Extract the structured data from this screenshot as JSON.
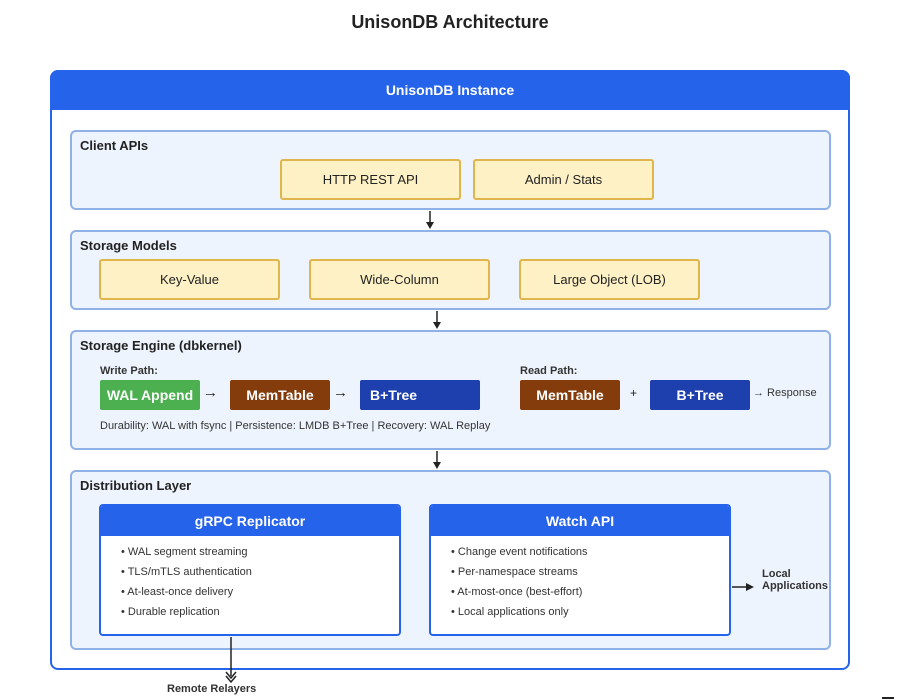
{
  "title": "UnisonDB Architecture",
  "instance": {
    "title": "UnisonDB Instance"
  },
  "client_apis": {
    "title": "Client APIs",
    "items": [
      "HTTP REST API",
      "Admin / Stats"
    ]
  },
  "storage_models": {
    "title": "Storage Models",
    "items": [
      "Key-Value",
      "Wide-Column",
      "Large Object (LOB)"
    ]
  },
  "storage_engine": {
    "title": "Storage Engine (dbkernel)",
    "write_path": {
      "label": "Write Path:",
      "steps": [
        "WAL Append",
        "MemTable",
        "B+Tree"
      ],
      "arrow": "→"
    },
    "read_path": {
      "label": "Read Path:",
      "steps": [
        "MemTable",
        "B+Tree"
      ],
      "plus": "+",
      "response": "→ Response"
    },
    "note": "Durability: WAL with fsync | Persistence: LMDB B+Tree | Recovery: WAL Replay"
  },
  "distribution": {
    "title": "Distribution Layer",
    "replicator": {
      "title": "gRPC Replicator",
      "items": [
        "• WAL segment streaming",
        "• TLS/mTLS authentication",
        "• At-least-once delivery",
        "• Durable replication"
      ]
    },
    "watch": {
      "title": "Watch API",
      "items": [
        "• Change event notifications",
        "• Per-namespace streams",
        "• At-most-once (best-effort)",
        "• Local applications only"
      ]
    }
  },
  "outputs": {
    "remote": "Remote Relayers",
    "local_line1": "Local",
    "local_line2": "Applications"
  },
  "colors": {
    "primary": "#2563eb",
    "layer_bg": "#eef4fd",
    "yellow_bg": "#fdf1c5",
    "green": "#4caf50",
    "brown": "#843c0c",
    "navy": "#1e3fae"
  }
}
